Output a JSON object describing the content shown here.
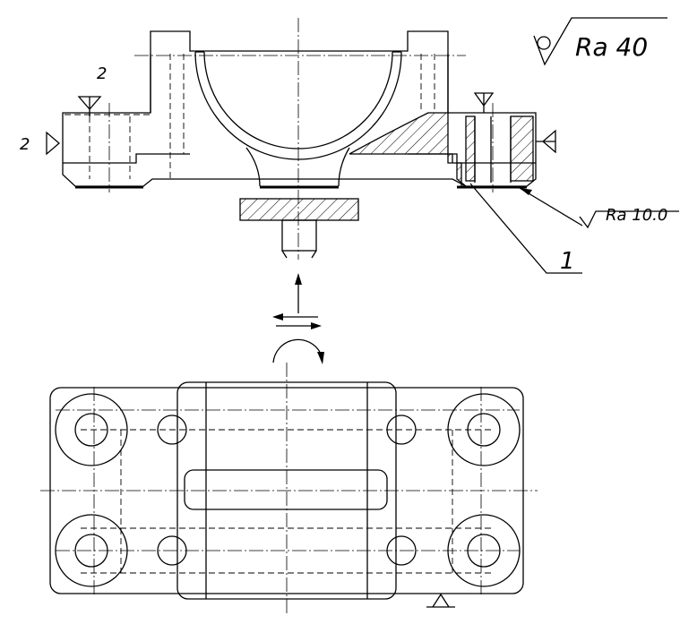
{
  "labels": {
    "roughness_main": "Ra 40",
    "roughness_seat": "Ra 10.0",
    "callout_part": "1",
    "datum_top": "2",
    "datum_left": "2"
  }
}
